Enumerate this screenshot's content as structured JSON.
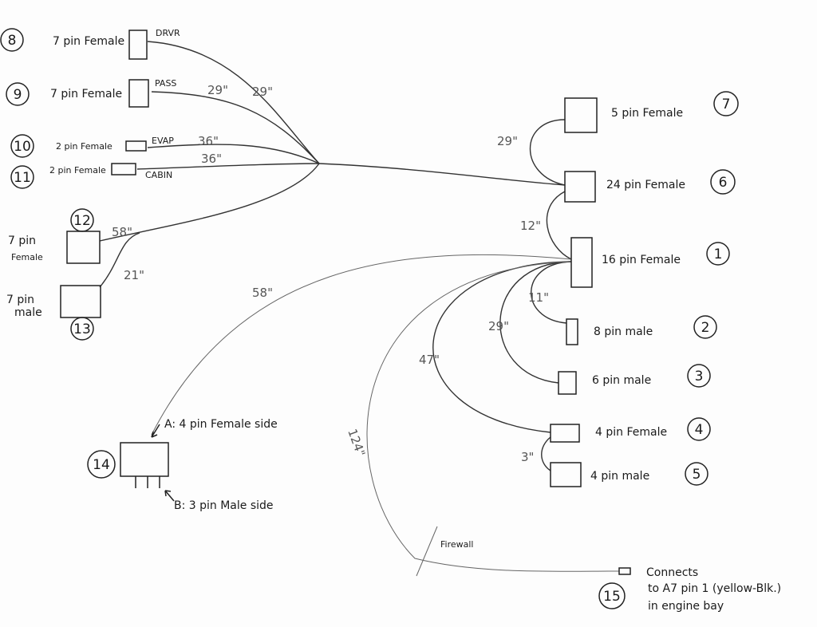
{
  "connectors": [
    {
      "num": "8",
      "label": "7 pin Female",
      "tag": "DRVR"
    },
    {
      "num": "9",
      "label": "7 pin Female",
      "tag": "PASS"
    },
    {
      "num": "10",
      "label": "2 pin Female",
      "tag": "EVAP"
    },
    {
      "num": "11",
      "label": "2 pin Female",
      "tag": "CABIN"
    },
    {
      "num": "12",
      "label_line1": "7 pin",
      "label_line2": "Female"
    },
    {
      "num": "13",
      "label_line1": "7 pin",
      "label_line2": "male"
    },
    {
      "num": "7",
      "label": "5 pin Female"
    },
    {
      "num": "6",
      "label": "24 pin Female"
    },
    {
      "num": "1",
      "label": "16 pin Female"
    },
    {
      "num": "2",
      "label": "8 pin male"
    },
    {
      "num": "3",
      "label": "6 pin male"
    },
    {
      "num": "4",
      "label": "4 pin Female"
    },
    {
      "num": "5",
      "label": "4 pin male"
    },
    {
      "num": "14",
      "side_a": "A: 4 pin Female side",
      "side_b": "B: 3 pin Male side"
    },
    {
      "num": "15",
      "note_line1": "Connects",
      "note_line2": "to A7 pin 1 (yellow-Blk.)",
      "note_line3": "in engine bay"
    }
  ],
  "lengths": {
    "drvr": "29\"",
    "pass": "29\"",
    "evap": "36\"",
    "cabin": "36\"",
    "c12": "58\"",
    "c13": "21\"",
    "c14": "58\"",
    "c7": "29\"",
    "c6": "12\"",
    "c2": "11\"",
    "c3": "29\"",
    "c4": "47\"",
    "c5": "3\"",
    "c15": "124\""
  },
  "firewall": "Firewall"
}
